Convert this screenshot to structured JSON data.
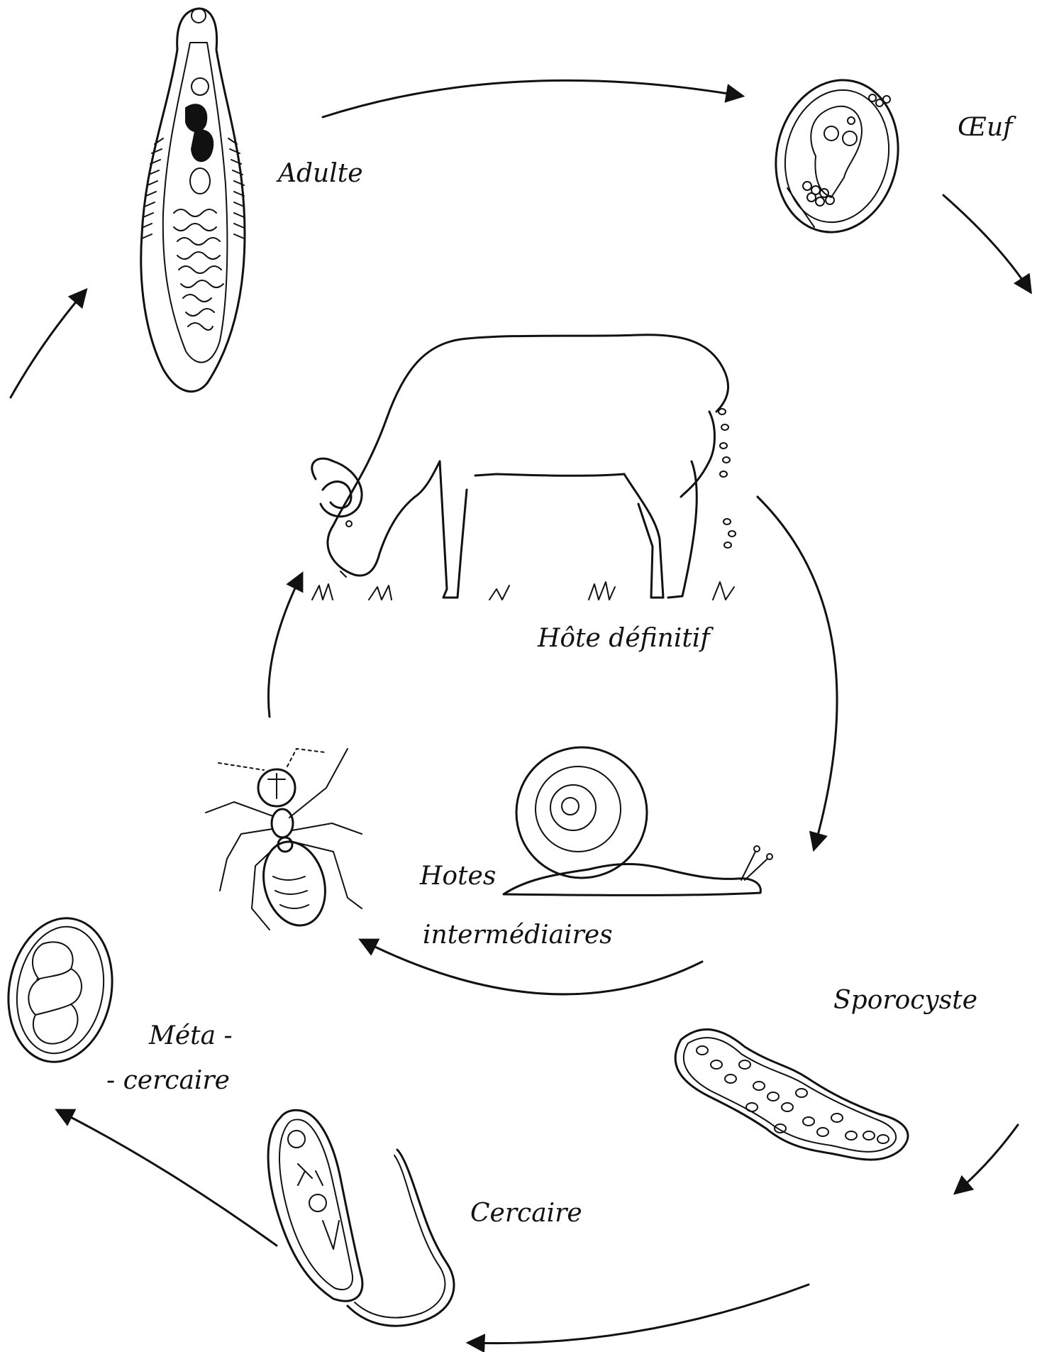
{
  "diagram": {
    "labels": {
      "adult": "Adulte",
      "egg": "Œuf",
      "definitive_host": "Hôte définitif",
      "intermediate_hosts_line1": "Hotes",
      "intermediate_hosts_line2": "intermédiaires",
      "sporocyst": "Sporocyste",
      "cercaria": "Cercaire",
      "metacercaria_line1": "Méta -",
      "metacercaria_line2": "- cercaire"
    },
    "ink_color": "#111111",
    "background_color": "#ffffff"
  }
}
